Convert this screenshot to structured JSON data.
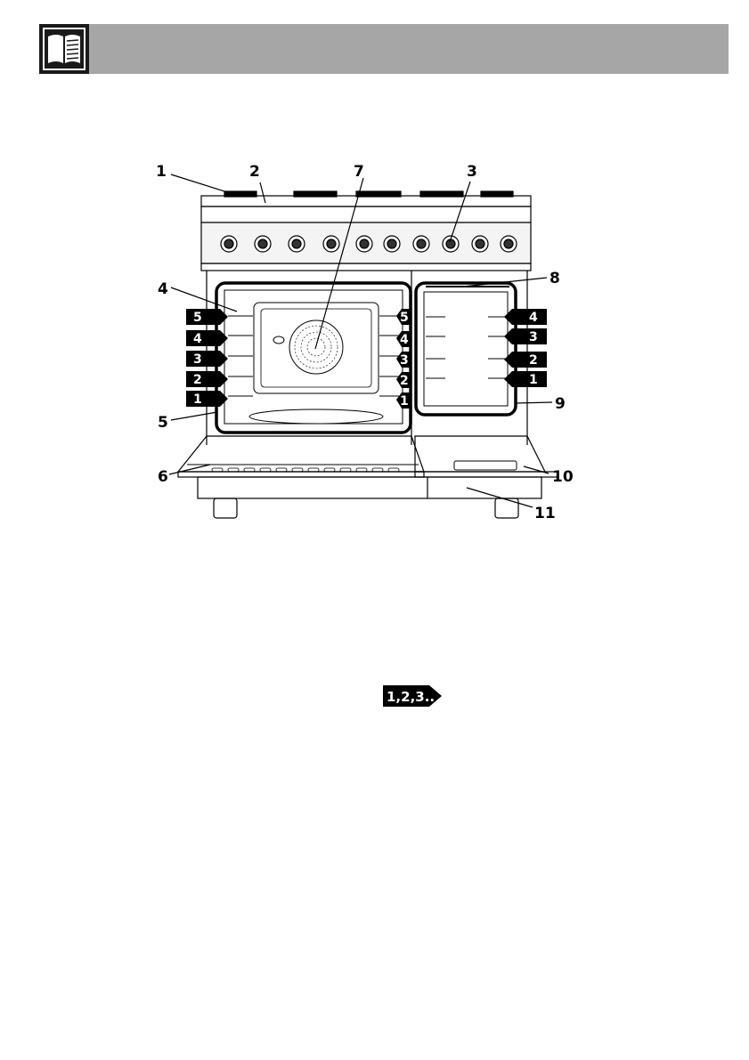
{
  "header": {
    "title": "",
    "icon": "open-manual-icon",
    "bar_color": "#a6a6a6",
    "icon_bg": "#1a1a1a"
  },
  "diagram": {
    "callouts": [
      "1",
      "2",
      "7",
      "3",
      "4",
      "8",
      "5",
      "9",
      "6",
      "10",
      "11"
    ],
    "left_oven_shelves": [
      "5",
      "4",
      "3",
      "2",
      "1"
    ],
    "left_oven_inner_shelves": [
      "5",
      "4",
      "3",
      "2",
      "1"
    ],
    "right_oven_shelves": [
      "4",
      "3",
      "2",
      "1"
    ]
  },
  "sequence_icon": {
    "label": "1,2,3.."
  }
}
